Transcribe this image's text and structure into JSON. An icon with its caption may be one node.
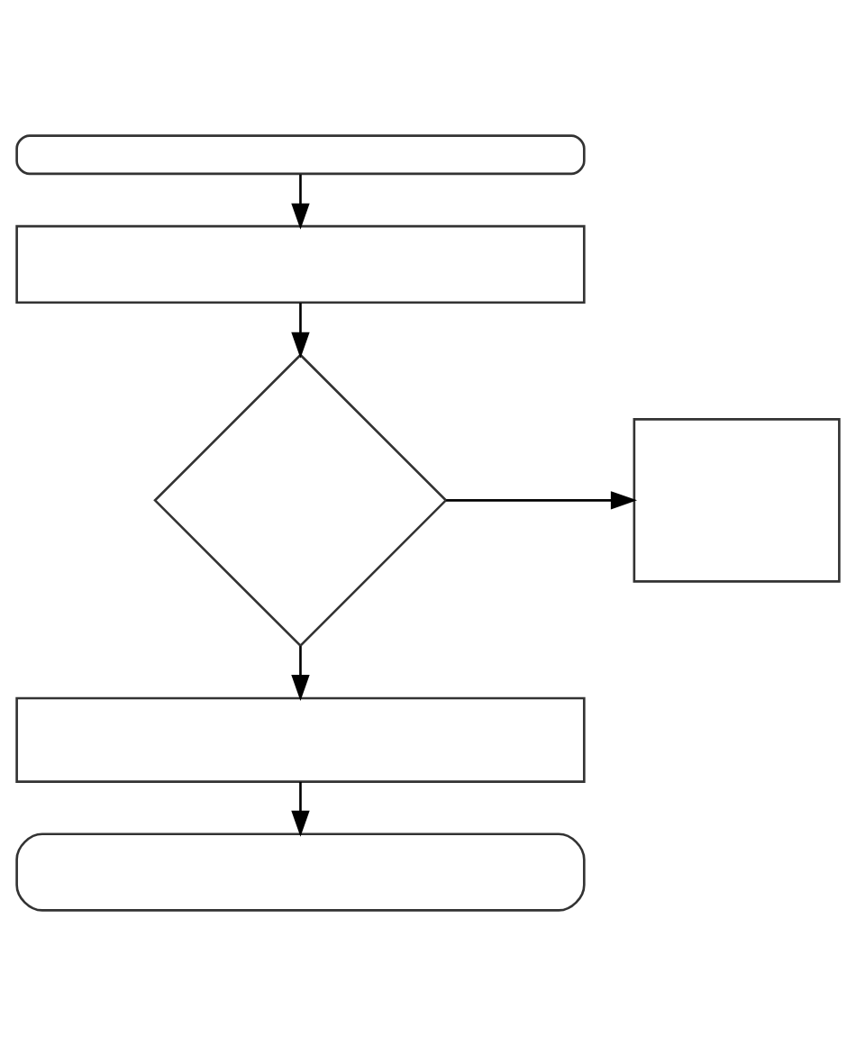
{
  "diagram": {
    "nodes": [
      {
        "text": [],
        "shape": "capsule"
      },
      {
        "text": [],
        "shape": "box"
      },
      {
        "text": [],
        "shape": "diamond"
      },
      {
        "text": [],
        "shape": "box"
      },
      {
        "text": [],
        "shape": "box"
      },
      {
        "text": [],
        "shape": "capsule"
      }
    ],
    "edges": [
      {
        "from": 0,
        "to": 1,
        "arrow": "to"
      },
      {
        "from": 1,
        "to": 2,
        "arrow": "to"
      },
      {
        "from": 2,
        "to": 3,
        "arrow": "to"
      },
      {
        "from": 2,
        "to": 4,
        "arrow": "to"
      },
      {
        "from": 4,
        "to": 5,
        "arrow": "to"
      }
    ]
  }
}
